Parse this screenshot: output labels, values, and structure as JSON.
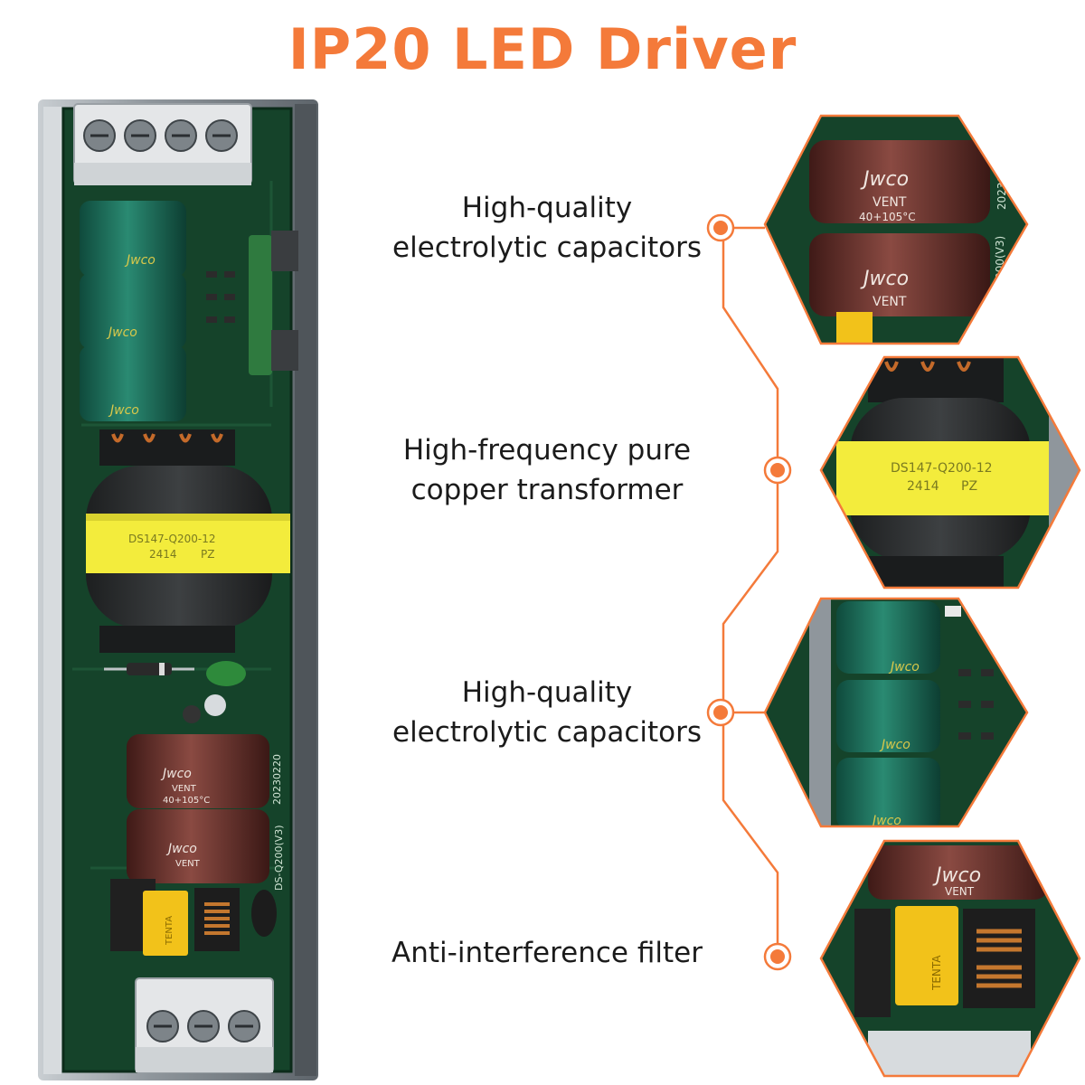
{
  "title": "IP20 LED Driver",
  "colors": {
    "accent": "#F47A3A",
    "pcb": "#15432a",
    "housing": "#8f969c",
    "capacitor_green": "#1f6e5c",
    "capacitor_brown": "#6b2f2a",
    "transformer_core": "#2b2d2e",
    "transformer_band": "#f3ec3c"
  },
  "features": [
    {
      "label_line1": "High-quality",
      "label_line2": "electrolytic capacitors",
      "detail": "brown-capacitors"
    },
    {
      "label_line1": "High-frequency pure",
      "label_line2": "copper transformer",
      "detail": "transformer"
    },
    {
      "label_line1": "High-quality",
      "label_line2": "electrolytic capacitors",
      "detail": "green-capacitors"
    },
    {
      "label_line1": "Anti-interference filter",
      "label_line2": "",
      "detail": "filter"
    }
  ],
  "markings": {
    "transformer_code": "DS147-Q200-12",
    "transformer_date": "2414",
    "transformer_suffix": "PZ",
    "capacitor_brand": "Jwco",
    "capacitor_vent": "VENT",
    "capacitor_temp": "40+105°C",
    "board_model": "DS-Q200(V3)",
    "board_date": "20230220",
    "filter_brand": "TENTA"
  }
}
